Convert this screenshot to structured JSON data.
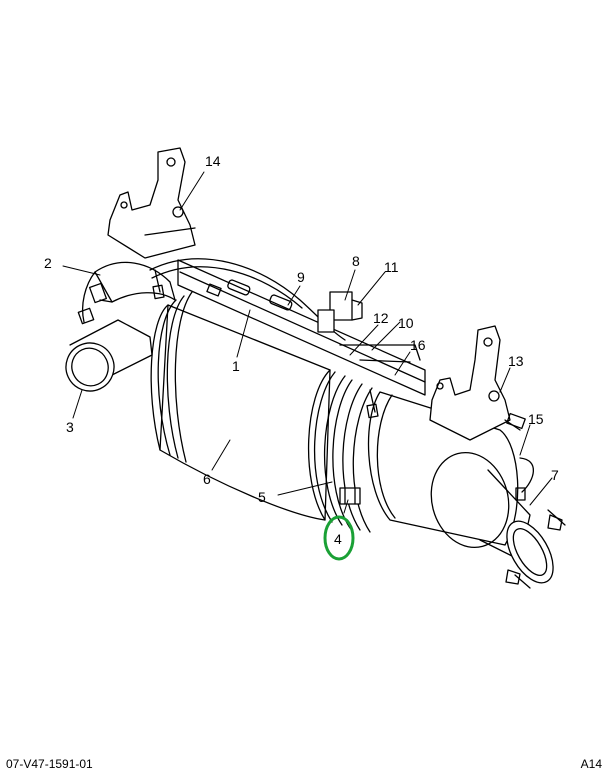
{
  "callouts": {
    "c1": "1",
    "c2": "2",
    "c3": "3",
    "c4": "4",
    "c5": "5",
    "c6": "6",
    "c7": "7",
    "c8": "8",
    "c9": "9",
    "c10": "10",
    "c11": "11",
    "c12": "12",
    "c13": "13",
    "c14": "14",
    "c15": "15",
    "c16": "16"
  },
  "highlight": {
    "callout": "4",
    "color": "#1aa035"
  },
  "footer": {
    "drawing_number": "07-V47-1591-01",
    "sheet": "A14"
  }
}
